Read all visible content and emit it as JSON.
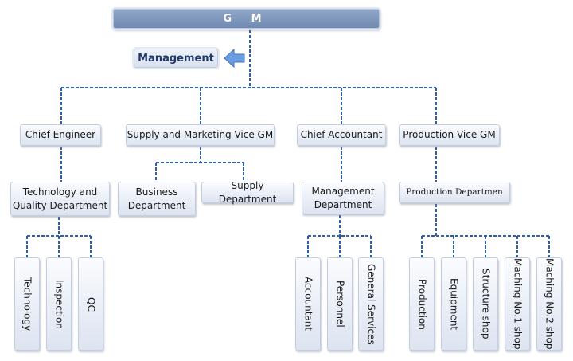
{
  "chart": {
    "top": {
      "label": "G M"
    },
    "management": {
      "label": "Management",
      "arrow_icon": "arrow-left-icon"
    },
    "level1": [
      {
        "label": "Chief Engineer"
      },
      {
        "label": "Supply and Marketing Vice GM"
      },
      {
        "label": "Chief Accountant"
      },
      {
        "label": "Production Vice GM"
      }
    ],
    "level2": [
      {
        "label": "Technology and Quality Department"
      },
      {
        "label": "Business Department"
      },
      {
        "label": "Supply Department"
      },
      {
        "label": "Management Department"
      },
      {
        "label": "Production Departmen"
      }
    ],
    "level3": [
      {
        "label": "Technology"
      },
      {
        "label": "Inspection"
      },
      {
        "label": "QC"
      },
      {
        "label": "Accountant"
      },
      {
        "label": "Personnel"
      },
      {
        "label": "General Services"
      },
      {
        "label": "Production"
      },
      {
        "label": "Equipment"
      },
      {
        "label": "Structure shop"
      },
      {
        "label": "Maching No.1 shop"
      },
      {
        "label": "Maching No.2 shop"
      }
    ],
    "colors": {
      "connector": "#2e5fb0",
      "top_fill": "#7a92b8",
      "arrow": "#6d9fe0"
    }
  }
}
